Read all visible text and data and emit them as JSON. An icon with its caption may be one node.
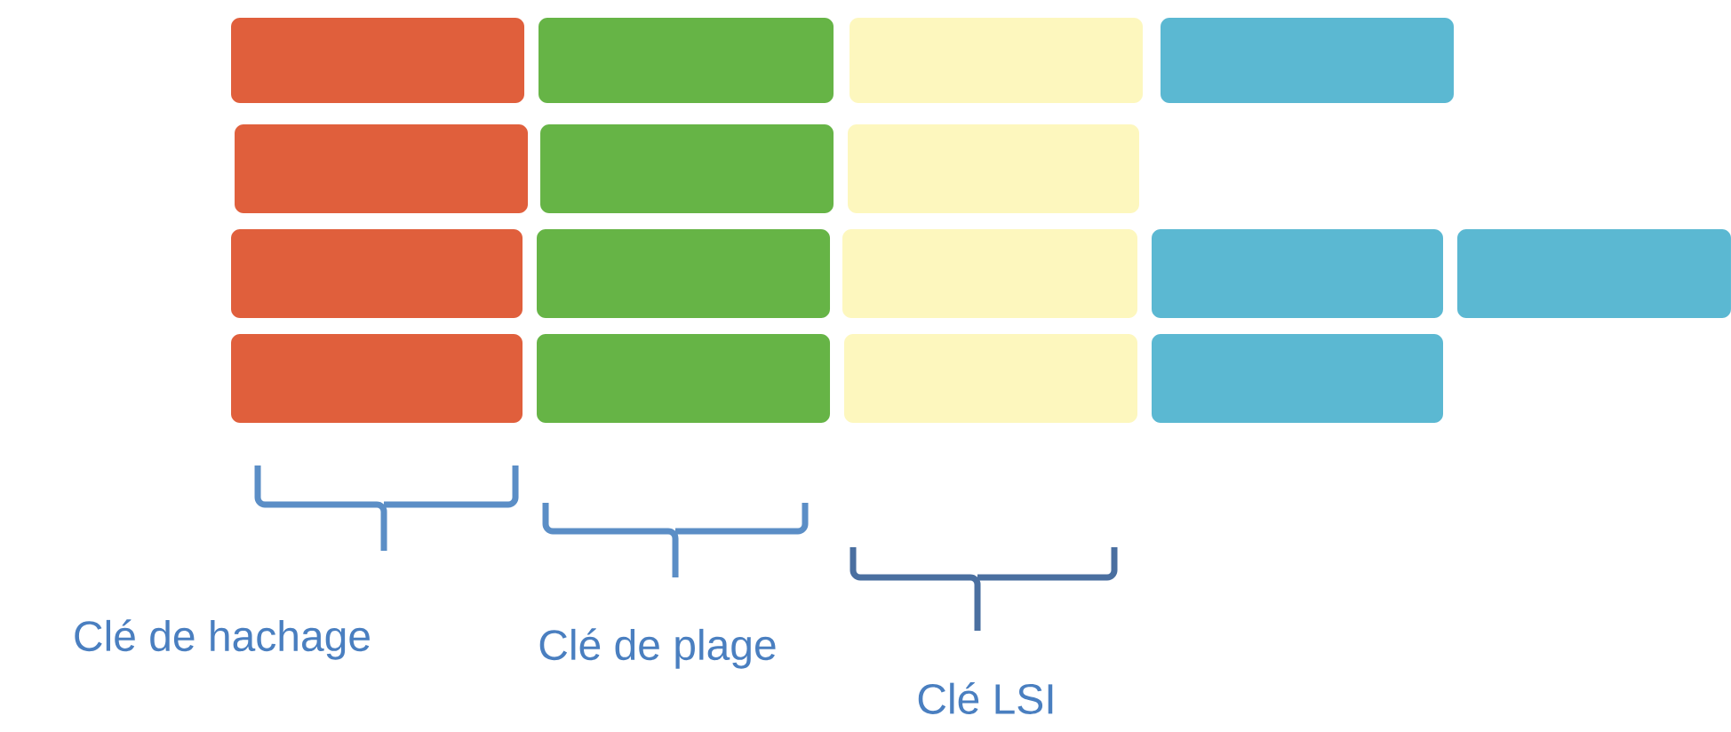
{
  "diagram": {
    "labels": [
      "Clé de hachage",
      "Clé de plage",
      "Clé LSI"
    ]
  }
}
